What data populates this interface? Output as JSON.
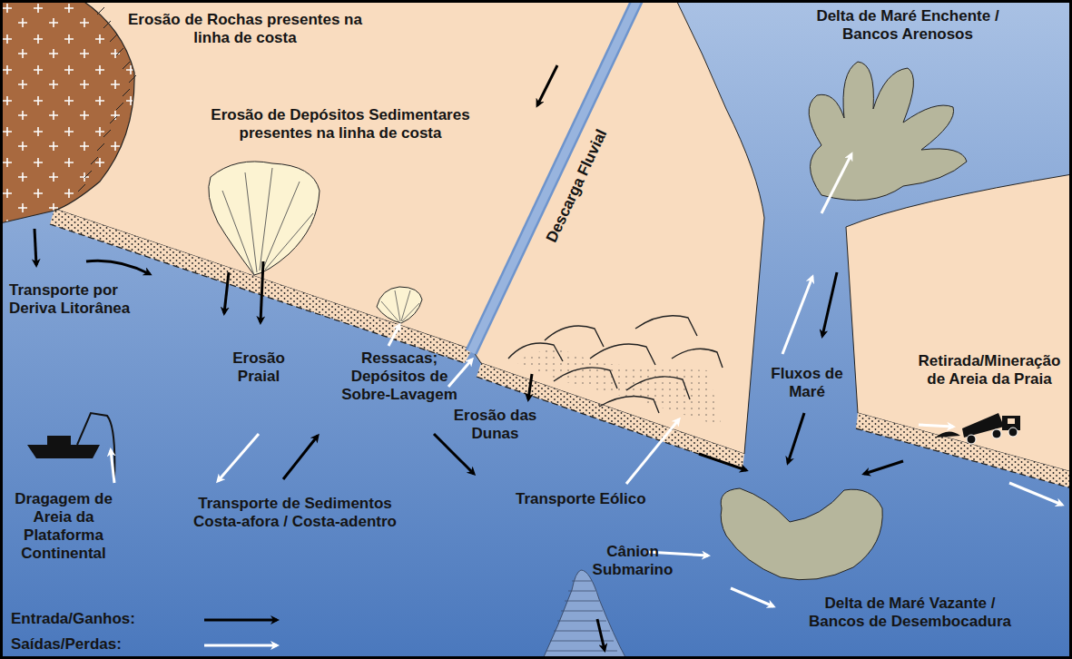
{
  "diagram": {
    "labels": [
      "Erosão de Rochas presentes na linha de costa",
      "Erosão de Depósitos Sedimentares presentes na linha de costa",
      "Descarga Fluvial",
      "Delta de Maré Enchente / Bancos Arenosos",
      "Transporte por Deriva Litorânea",
      "Erosão Praial",
      "Ressacas; Depósitos de Sobre-Lavagem",
      "Erosão das Dunas",
      "Fluxos de Maré",
      "Retirada/Mineração de Areia da Praia",
      "Dragagem de Areia da Plataforma Continental",
      "Transporte de Sedimentos Costa-afora / Costa-adentro",
      "Transporte Eólico",
      "Cânion Submarino",
      "Delta de Maré Vazante / Bancos de Desembocadura"
    ],
    "legend": [
      {
        "text": "Entrada/Ganhos:"
      },
      {
        "text": "Saídas/Perdas:"
      }
    ]
  }
}
